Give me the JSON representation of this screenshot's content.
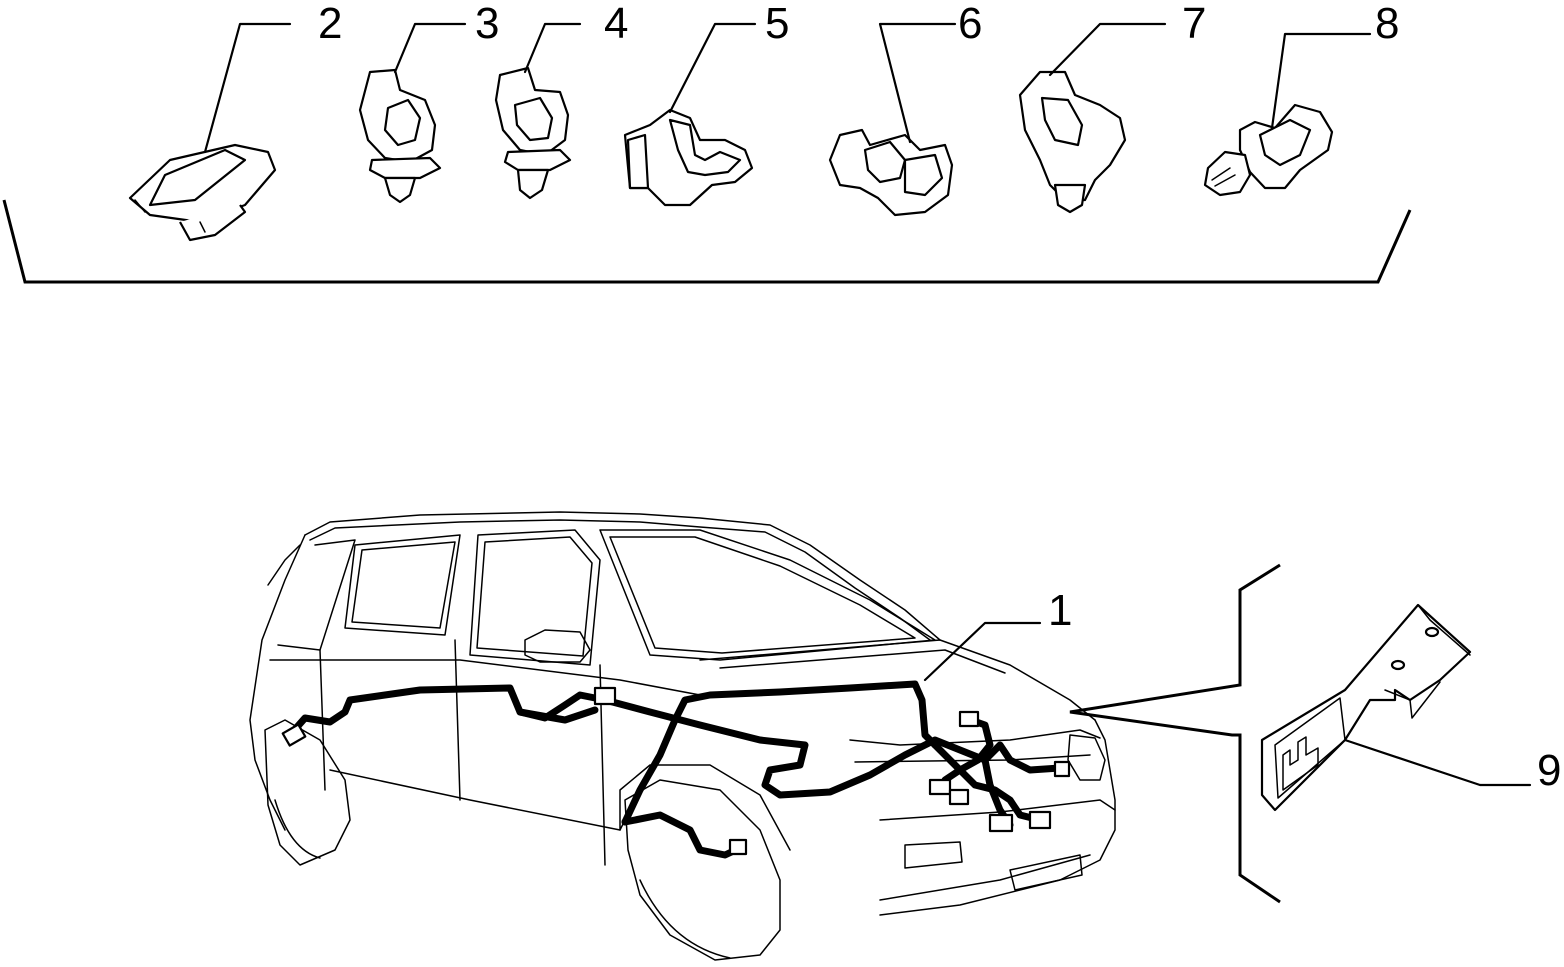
{
  "callouts": {
    "c1": "1",
    "c2": "2",
    "c3": "3",
    "c4": "4",
    "c5": "5",
    "c6": "6",
    "c7": "7",
    "c8": "8",
    "c9": "9"
  },
  "line_color": "#000000",
  "background": "#ffffff"
}
